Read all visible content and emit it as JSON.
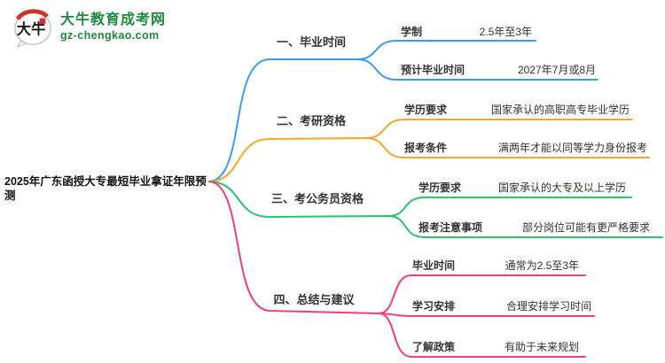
{
  "logo": {
    "mark_text": "大牛",
    "site_name": "大牛教育成考网",
    "site_domain": "gz-chengkao.com",
    "brand_color": "#1e8a3e",
    "seal_color": "#cf3227"
  },
  "central_topic": "2025年广东函授大专最短毕业拿证年限预测",
  "branches": [
    {
      "label": "一、毕业时间",
      "color": "#3b9cf5",
      "children": [
        {
          "key": "学制",
          "value": "2.5年至3年"
        },
        {
          "key": "预计毕业时间",
          "value": "2027年7月或8月"
        }
      ]
    },
    {
      "label": "二、考研资格",
      "color": "#f5a728",
      "children": [
        {
          "key": "学历要求",
          "value": "国家承认的高职高专毕业学历"
        },
        {
          "key": "报考条件",
          "value": "满两年才能以同等学力身份报考"
        }
      ]
    },
    {
      "label": "三、考公务员资格",
      "color": "#2dc26b",
      "children": [
        {
          "key": "学历要求",
          "value": "国家承认的大专及以上学历"
        },
        {
          "key": "报考注意事项",
          "value": "部分岗位可能有更严格要求"
        }
      ]
    },
    {
      "label": "四、总结与建议",
      "color": "#f23e80",
      "children": [
        {
          "key": "毕业时间",
          "value": "通常为2.5至3年"
        },
        {
          "key": "学习安排",
          "value": "合理安排学习时间"
        },
        {
          "key": "了解政策",
          "value": "有助于未来规划"
        }
      ]
    }
  ]
}
